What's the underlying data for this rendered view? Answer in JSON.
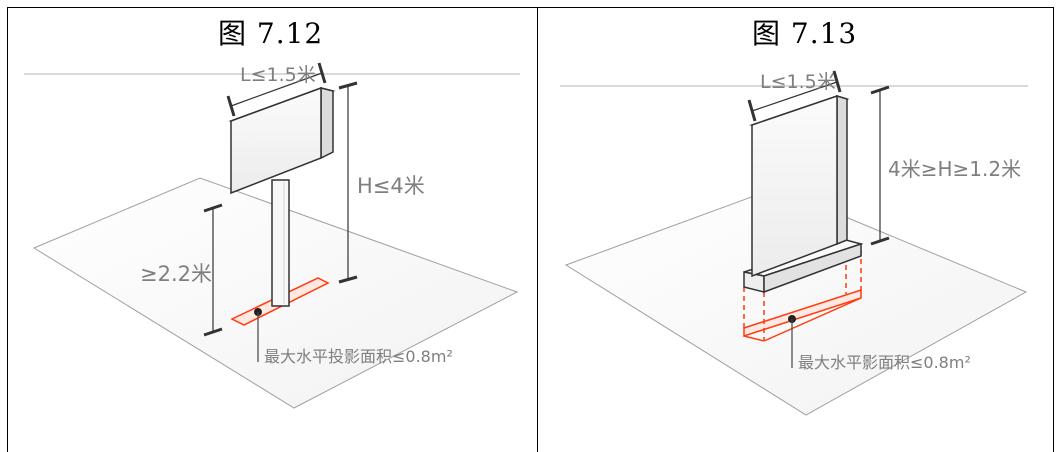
{
  "figures": [
    {
      "title": "图 7.12",
      "dim_width": "L≤1.5米",
      "dim_height": "H≤4米",
      "dim_clearance": "≥2.2米",
      "footprint_label": "最大水平投影面积≤0.8m²"
    },
    {
      "title": "图 7.13",
      "dim_width": "L≤1.5米",
      "dim_height": "4米≥H≥1.2米",
      "footprint_label": "最大水平影面积≤0.8m²"
    }
  ],
  "colors": {
    "border": "#000000",
    "line": "#999999",
    "dim_text": "#7f7f7f",
    "footprint": "#ff3b0f",
    "footprint_fill": "#ffe9e2"
  }
}
